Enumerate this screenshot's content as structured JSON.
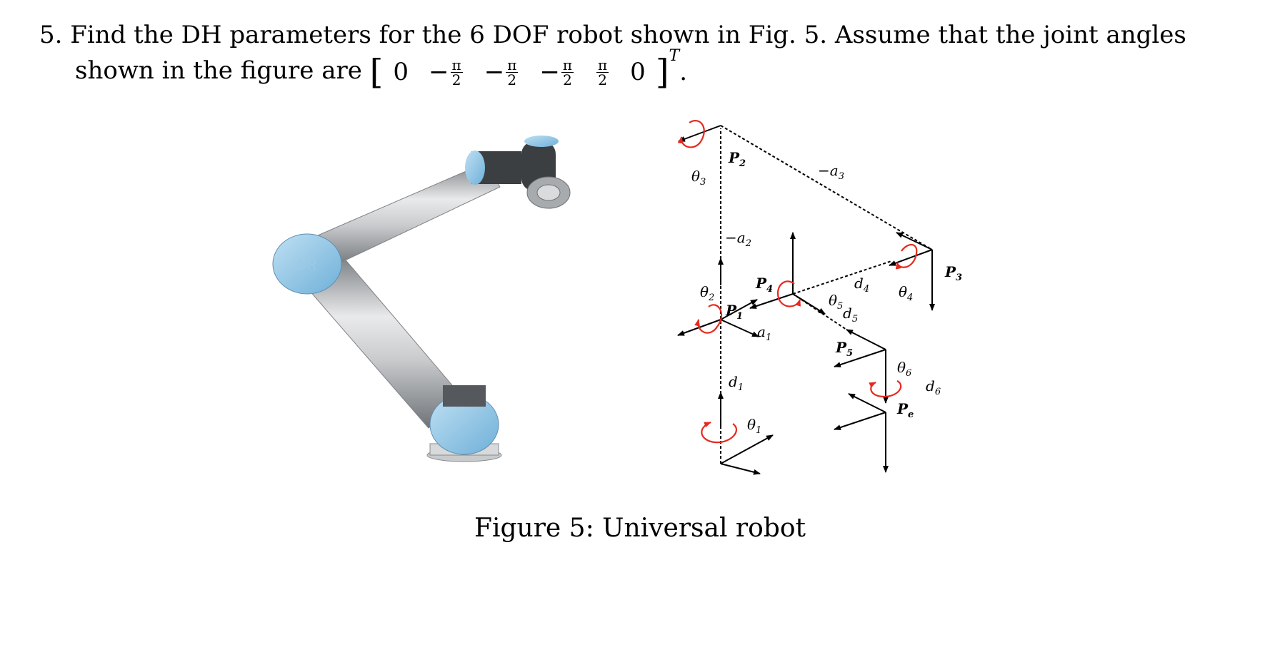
{
  "problem": {
    "line1": "5. Find the DH parameters for the 6 DOF robot shown in Fig. 5. Assume that the joint angles",
    "line2_prefix": "shown in the figure are",
    "vector": {
      "open": "[",
      "e1": "0",
      "minus": "−",
      "num": "π",
      "den": "2",
      "e6": "0",
      "close": "]",
      "transpose": "T",
      "period": "."
    }
  },
  "diagram_labels": {
    "P2": "P",
    "P2_sub": "2",
    "theta3": "θ",
    "theta3_sub": "3",
    "minus_a3": "−a",
    "minus_a3_sub": "3",
    "minus_a2": "−a",
    "minus_a2_sub": "2",
    "P3": "P",
    "P3_sub": "3",
    "P4": "P",
    "P4_sub": "4",
    "d4": "d",
    "d4_sub": "4",
    "theta4": "θ",
    "theta4_sub": "4",
    "theta2": "θ",
    "theta2_sub": "2",
    "P1": "P",
    "P1_sub": "1",
    "theta5": "θ",
    "theta5_sub": "5",
    "d5": "d",
    "d5_sub": "5",
    "a1": "a",
    "a1_sub": "1",
    "P5": "P",
    "P5_sub": "5",
    "theta6": "θ",
    "theta6_sub": "6",
    "d6": "d",
    "d6_sub": "6",
    "d1": "d",
    "d1_sub": "1",
    "Pe": "P",
    "Pe_sub": "e",
    "theta1": "θ",
    "theta1_sub": "1"
  },
  "robot_logo": "UR",
  "caption": "Figure 5: Universal robot",
  "colors": {
    "rotation_arrow": "#e8281e",
    "joint_cap": "#8fc3e4",
    "link": "#b9bcc0"
  }
}
